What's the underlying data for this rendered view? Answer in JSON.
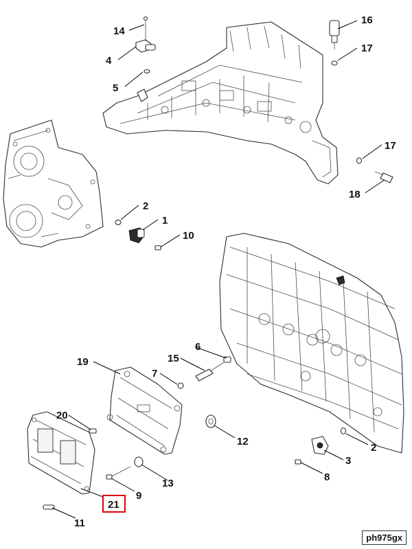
{
  "callouts": {
    "c14": "14",
    "c4": "4",
    "c5": "5",
    "c16": "16",
    "c17a": "17",
    "c17b": "17",
    "c18": "18",
    "c2a": "2",
    "c1": "1",
    "c10": "10",
    "c6": "6",
    "c19": "19",
    "c15": "15",
    "c7": "7",
    "c20": "20",
    "c12": "12",
    "c2b": "2",
    "c3": "3",
    "c13": "13",
    "c8": "8",
    "c9": "9",
    "c21": "21",
    "c11": "11"
  },
  "highlighted_callout": "21",
  "reference_code": "ph975gx"
}
